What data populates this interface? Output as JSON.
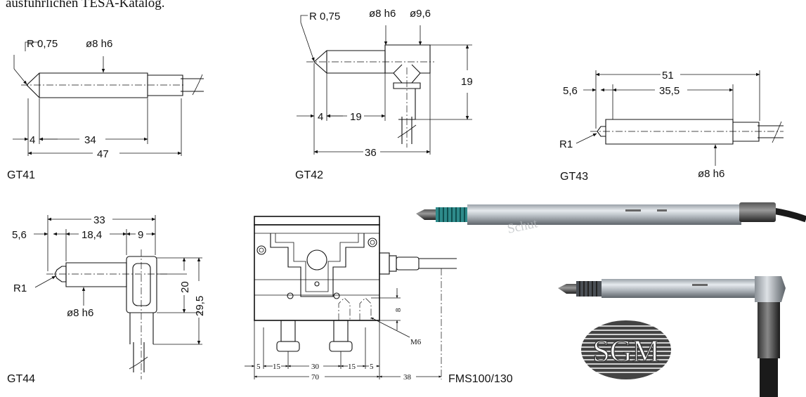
{
  "header_text": "ausführlichen TESA-Katalog.",
  "gt41": {
    "caption": "GT41",
    "radius": "R 0,75",
    "diameter": "ø8 h6",
    "dim_tip": "4",
    "dim_body": "34",
    "dim_total": "47"
  },
  "gt42": {
    "caption": "GT42",
    "radius": "R 0,75",
    "diameter": "ø8 h6",
    "diameter_head": "ø9,6",
    "dim_height": "19",
    "dim_tip": "4",
    "dim_body": "19",
    "dim_total": "36"
  },
  "gt43": {
    "caption": "GT43",
    "dim_total": "51",
    "dim_offset": "5,6",
    "dim_body": "35,5",
    "radius": "R1",
    "diameter": "ø8 h6"
  },
  "gt44": {
    "caption": "GT44",
    "dim_total": "33",
    "dim_offset": "5,6",
    "dim_body": "18,4",
    "dim_head": "9",
    "radius": "R1",
    "diameter": "ø8 h6",
    "dim_h1": "20",
    "dim_h2": "29,5"
  },
  "fms": {
    "caption": "FMS100/130",
    "dim_8": "8",
    "thread": "M6",
    "dim_5a": "5",
    "dim_15a": "15",
    "dim_30": "30",
    "dim_15b": "15",
    "dim_5b": "5",
    "dim_70": "70",
    "dim_38": "38"
  },
  "photo": {
    "probe_straight_label": "Schut",
    "logo_text": "SGM"
  }
}
